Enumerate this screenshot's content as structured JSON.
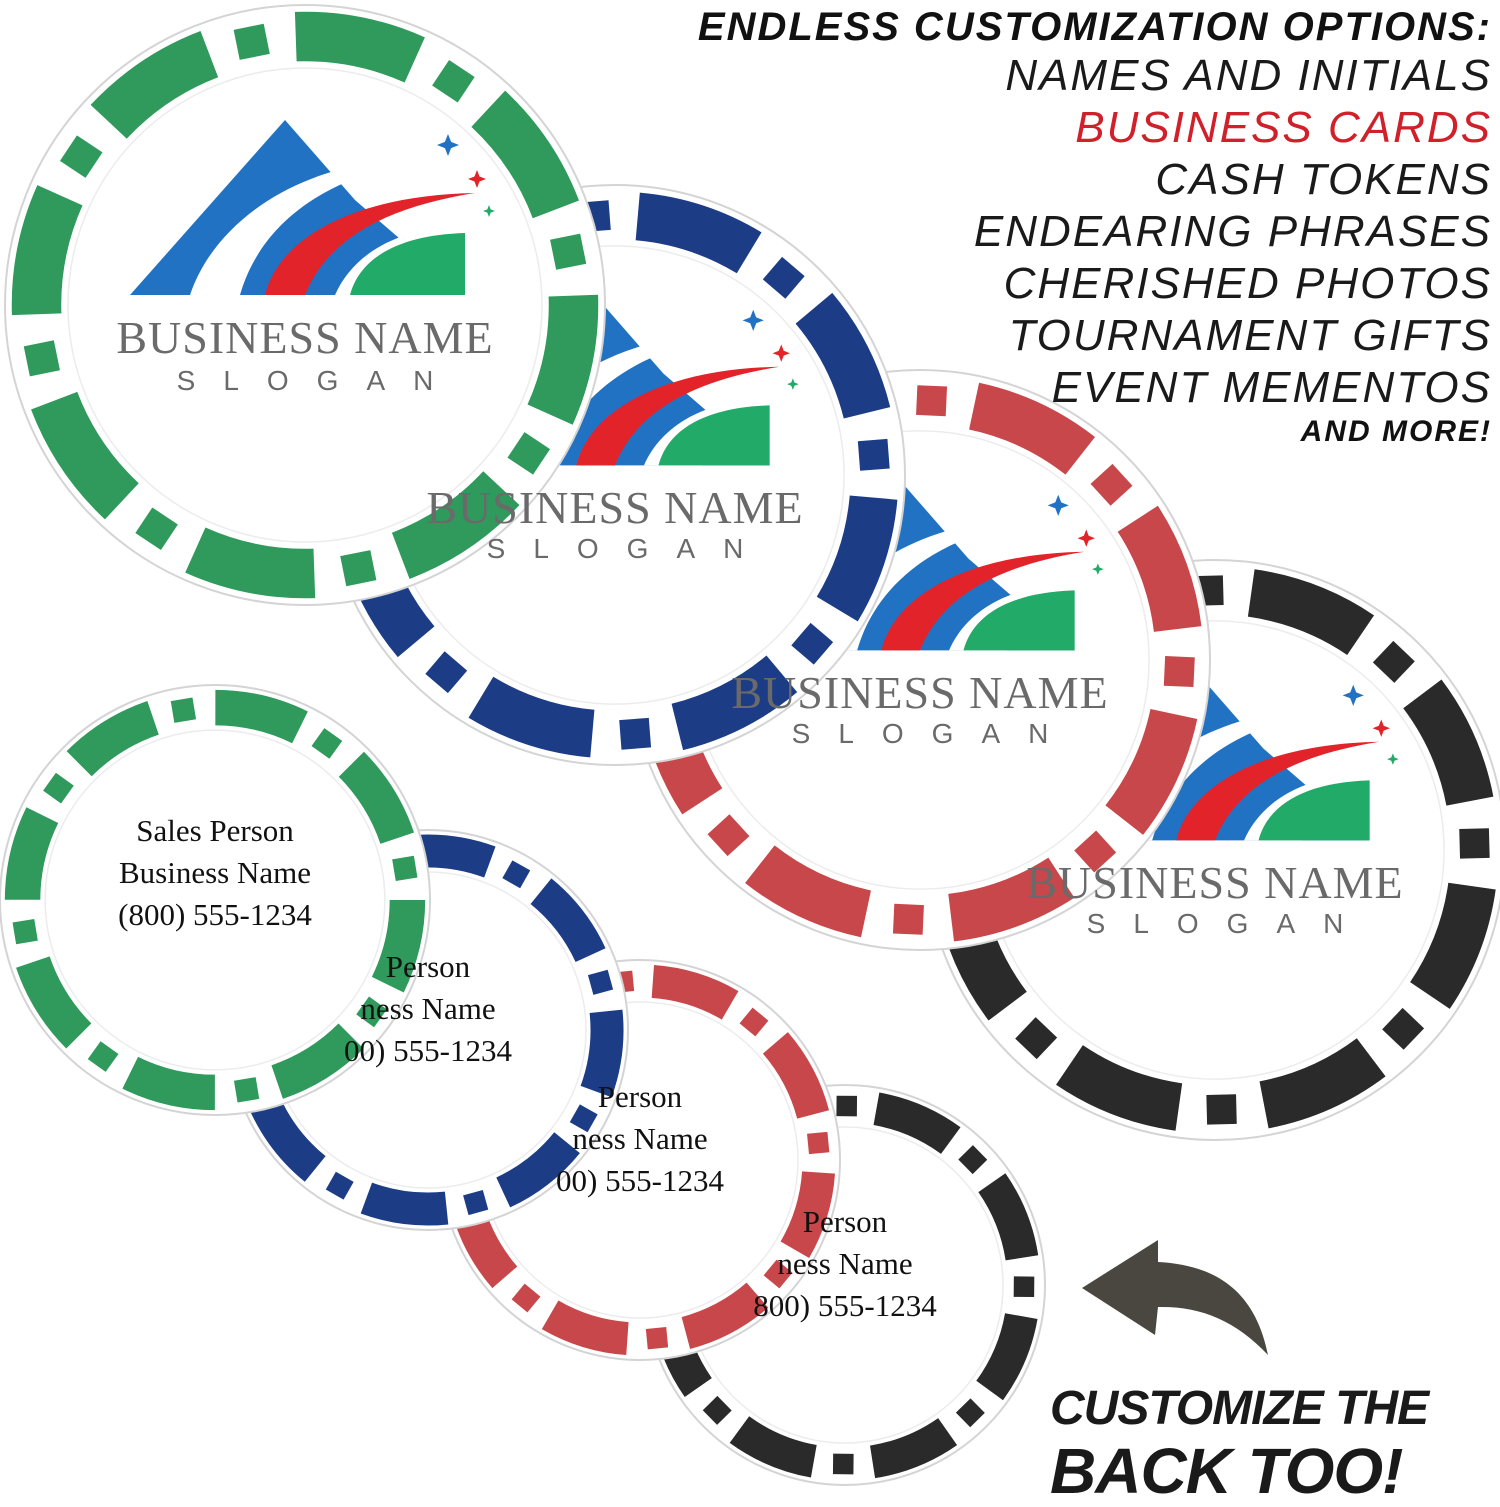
{
  "colors": {
    "green": "#2f9a5b",
    "blue": "#1c3d86",
    "red": "#c8474a",
    "black": "#2a2a2a",
    "logo_blue": "#2272c3",
    "logo_red": "#e2232a",
    "logo_green": "#21aa68",
    "highlight": "#d0202a"
  },
  "front_chips": [
    {
      "name": "green-front-chip",
      "color": "green",
      "business_name": "BUSINESS NAME",
      "slogan": "SLOGAN"
    },
    {
      "name": "blue-front-chip",
      "color": "blue",
      "business_name": "BUSINESS NAME",
      "slogan": "SLOGAN"
    },
    {
      "name": "red-front-chip",
      "color": "red",
      "business_name": "BUSINESS NAME",
      "slogan": "SLOGAN"
    },
    {
      "name": "black-front-chip",
      "color": "black",
      "business_name": "BUSINESS NAME",
      "slogan": "SLOGAN"
    }
  ],
  "back_chips": [
    {
      "name": "green-back-chip",
      "color": "green",
      "line1": "Sales Person",
      "line2": "Business Name",
      "line3": "(800) 555-1234"
    },
    {
      "name": "blue-back-chip",
      "color": "blue",
      "line1": "Person",
      "line2": "ness Name",
      "line3": "00) 555-1234"
    },
    {
      "name": "red-back-chip",
      "color": "red",
      "line1": "Person",
      "line2": "ness Name",
      "line3": "00) 555-1234"
    },
    {
      "name": "black-back-chip",
      "color": "black",
      "line1": "Person",
      "line2": "ness Name",
      "line3": "800) 555-1234"
    }
  ],
  "options": {
    "heading": "ENDLESS CUSTOMIZATION OPTIONS:",
    "items": [
      "NAMES AND INITIALS",
      "BUSINESS CARDS",
      "CASH TOKENS",
      "ENDEARING PHRASES",
      "CHERISHED PHOTOS",
      "TOURNAMENT GIFTS",
      "EVENT MEMENTOS"
    ],
    "highlighted_item": "BUSINESS CARDS",
    "more": "AND MORE!"
  },
  "back_callout": {
    "line1": "CUSTOMIZE THE",
    "line2": "BACK TOO!"
  },
  "icons": [
    "curved-arrow-icon",
    "logo-mountain-icon",
    "sparkle-star-icon"
  ]
}
